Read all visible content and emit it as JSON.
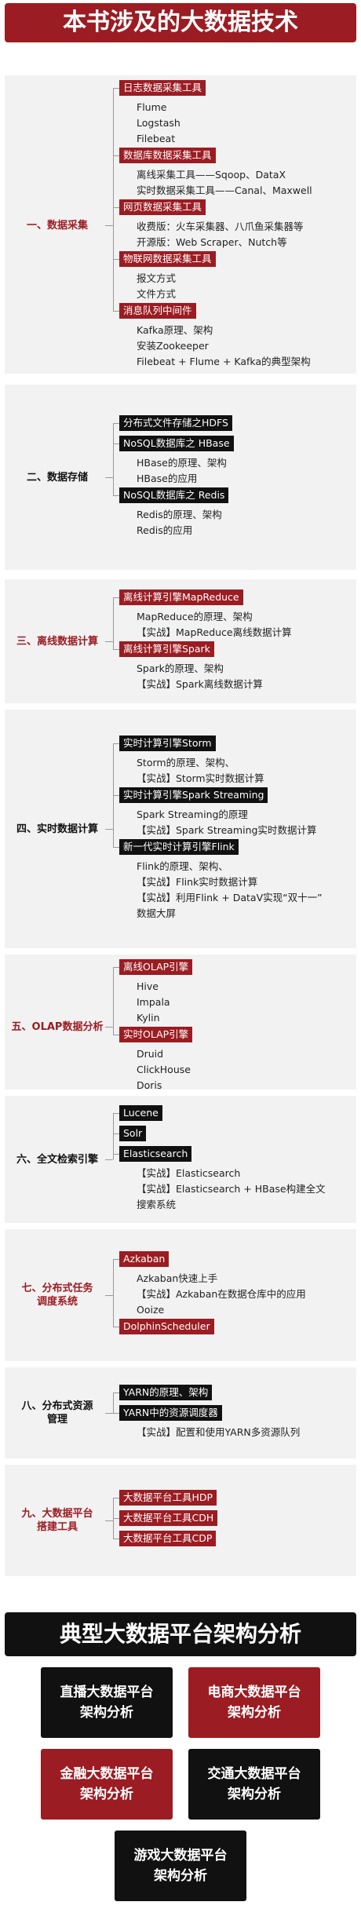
{
  "title": "本书涉及的大数据技术",
  "sections": [
    {
      "label": "一、数据采集",
      "groups": [
        {
          "label": "日志数据采集工具",
          "style": "red",
          "items": [
            "Flume",
            "Logstash",
            "Filebeat"
          ]
        },
        {
          "label": "数据库数据采集工具",
          "style": "red",
          "items": [
            "离线采集工具——Sqoop、DataX",
            "实时数据采集工具——Canal、Maxwell"
          ]
        },
        {
          "label": "网页数据采集工具",
          "style": "red",
          "items": [
            "收费版：火车采集器、八爪鱼采集器等",
            "开源版：Web Scraper、Nutch等"
          ]
        },
        {
          "label": "物联网数据采集工具",
          "style": "red",
          "items": [
            "报文方式",
            "文件方式"
          ]
        },
        {
          "label": "消息队列中间件",
          "style": "red",
          "items": [
            "Kafka原理、架构",
            "安装Zookeeper",
            "Filebeat + Flume + Kafka的典型架构"
          ]
        }
      ]
    },
    {
      "label": "二、数据存储",
      "groups": [
        {
          "label": "分布式文件存储之HDFS",
          "style": "black",
          "items": []
        },
        {
          "label": "NoSQL数据库之 HBase",
          "style": "black",
          "items": [
            "HBase的原理、架构",
            "HBase的应用"
          ]
        },
        {
          "label": "NoSQL数据库之 Redis",
          "style": "black",
          "items": [
            "Redis的原理、架构",
            "Redis的应用"
          ]
        }
      ]
    },
    {
      "label": "三、离线数据计算",
      "groups": [
        {
          "label": "离线计算引擎MapReduce",
          "style": "red",
          "items": [
            "MapReduce的原理、架构",
            "【实战】MapReduce离线数据计算"
          ]
        },
        {
          "label": "离线计算引擎Spark",
          "style": "red",
          "items": [
            "Spark的原理、架构",
            "【实战】Spark离线数据计算"
          ]
        }
      ]
    },
    {
      "label": "四、实时数据计算",
      "groups": [
        {
          "label": "实时计算引擎Storm",
          "style": "black",
          "items": [
            "Storm的原理、架构、",
            "【实战】Storm实时数据计算"
          ]
        },
        {
          "label": "实时计算引擎Spark Streaming",
          "style": "black",
          "items": [
            "Spark Streaming的原理",
            "【实战】Spark Streaming实时数据计算"
          ]
        },
        {
          "label": "新一代实时计算引擎Flink",
          "style": "black",
          "items": [
            "Flink的原理、架构、",
            "【实战】Flink实时数据计算",
            "【实战】利用Flink + DataV实现“双十一”",
            "数据大屏"
          ]
        }
      ]
    },
    {
      "label": "五、OLAP数据分析",
      "groups": [
        {
          "label": "离线OLAP引擎",
          "style": "red",
          "items": [
            "Hive",
            "Impala",
            "Kylin"
          ]
        },
        {
          "label": "实时OLAP引擎",
          "style": "red",
          "items": [
            "Druid",
            "ClickHouse",
            "Doris"
          ]
        }
      ]
    },
    {
      "label": "六、全文检索引擎",
      "groups": [
        {
          "label": "Lucene",
          "style": "black",
          "items": []
        },
        {
          "label": "Solr",
          "style": "black",
          "items": []
        },
        {
          "label": "Elasticsearch",
          "style": "black",
          "items": [
            "【实战】Elasticsearch",
            "【实战】Elasticsearch + HBase构建全文",
            "搜索系统"
          ]
        }
      ]
    },
    {
      "label": "七、分布式任务\n调度系统",
      "groups": [
        {
          "label": "Azkaban",
          "style": "red",
          "items": [
            "Azkaban快速上手",
            "【实战】Azkaban在数据仓库中的应用",
            "Ooize"
          ]
        },
        {
          "label": "DolphinScheduler",
          "style": "red",
          "items": []
        }
      ]
    },
    {
      "label": "八、分布式资源\n管理",
      "groups": [
        {
          "label": "YARN的原理、架构",
          "style": "black",
          "items": []
        },
        {
          "label": "YARN中的资源调度器",
          "style": "black",
          "items": [
            "【实战】配置和使用YARN多资源队列"
          ]
        }
      ]
    },
    {
      "label": "九、大数据平台\n搭建工具",
      "groups": [
        {
          "label": "大数据平台工具HDP",
          "style": "red",
          "items": []
        },
        {
          "label": "大数据平台工具CDH",
          "style": "red",
          "items": []
        },
        {
          "label": "大数据平台工具CDP",
          "style": "red",
          "items": []
        }
      ]
    }
  ],
  "title2": "典型大数据平台架构分析",
  "boxes": [
    "直播大数据平台架构分析",
    "电商大数据平台架构分析",
    "金融大数据平台架构分析",
    "交通大数据平台架构分析",
    "游戏大数据平台架构分析"
  ],
  "colors": {
    "red": "#9b1c22",
    "black": "#111111",
    "panel": "#f2f2f2"
  }
}
